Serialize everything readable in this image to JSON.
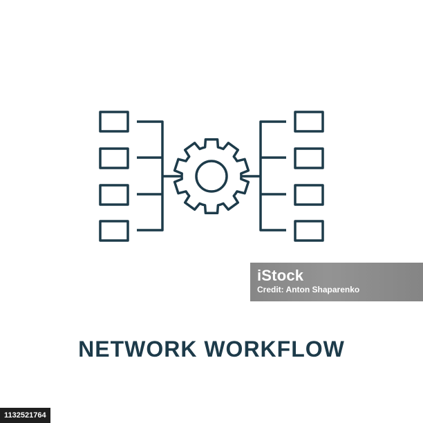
{
  "icon": {
    "name": "network-workflow-icon",
    "stroke_color": "#1d3b4a"
  },
  "caption": "NETWORK WORKFLOW",
  "watermark": {
    "brand": "iStock",
    "credit": "Credit: Anton Shaparenko"
  },
  "image_id": "1132521764"
}
